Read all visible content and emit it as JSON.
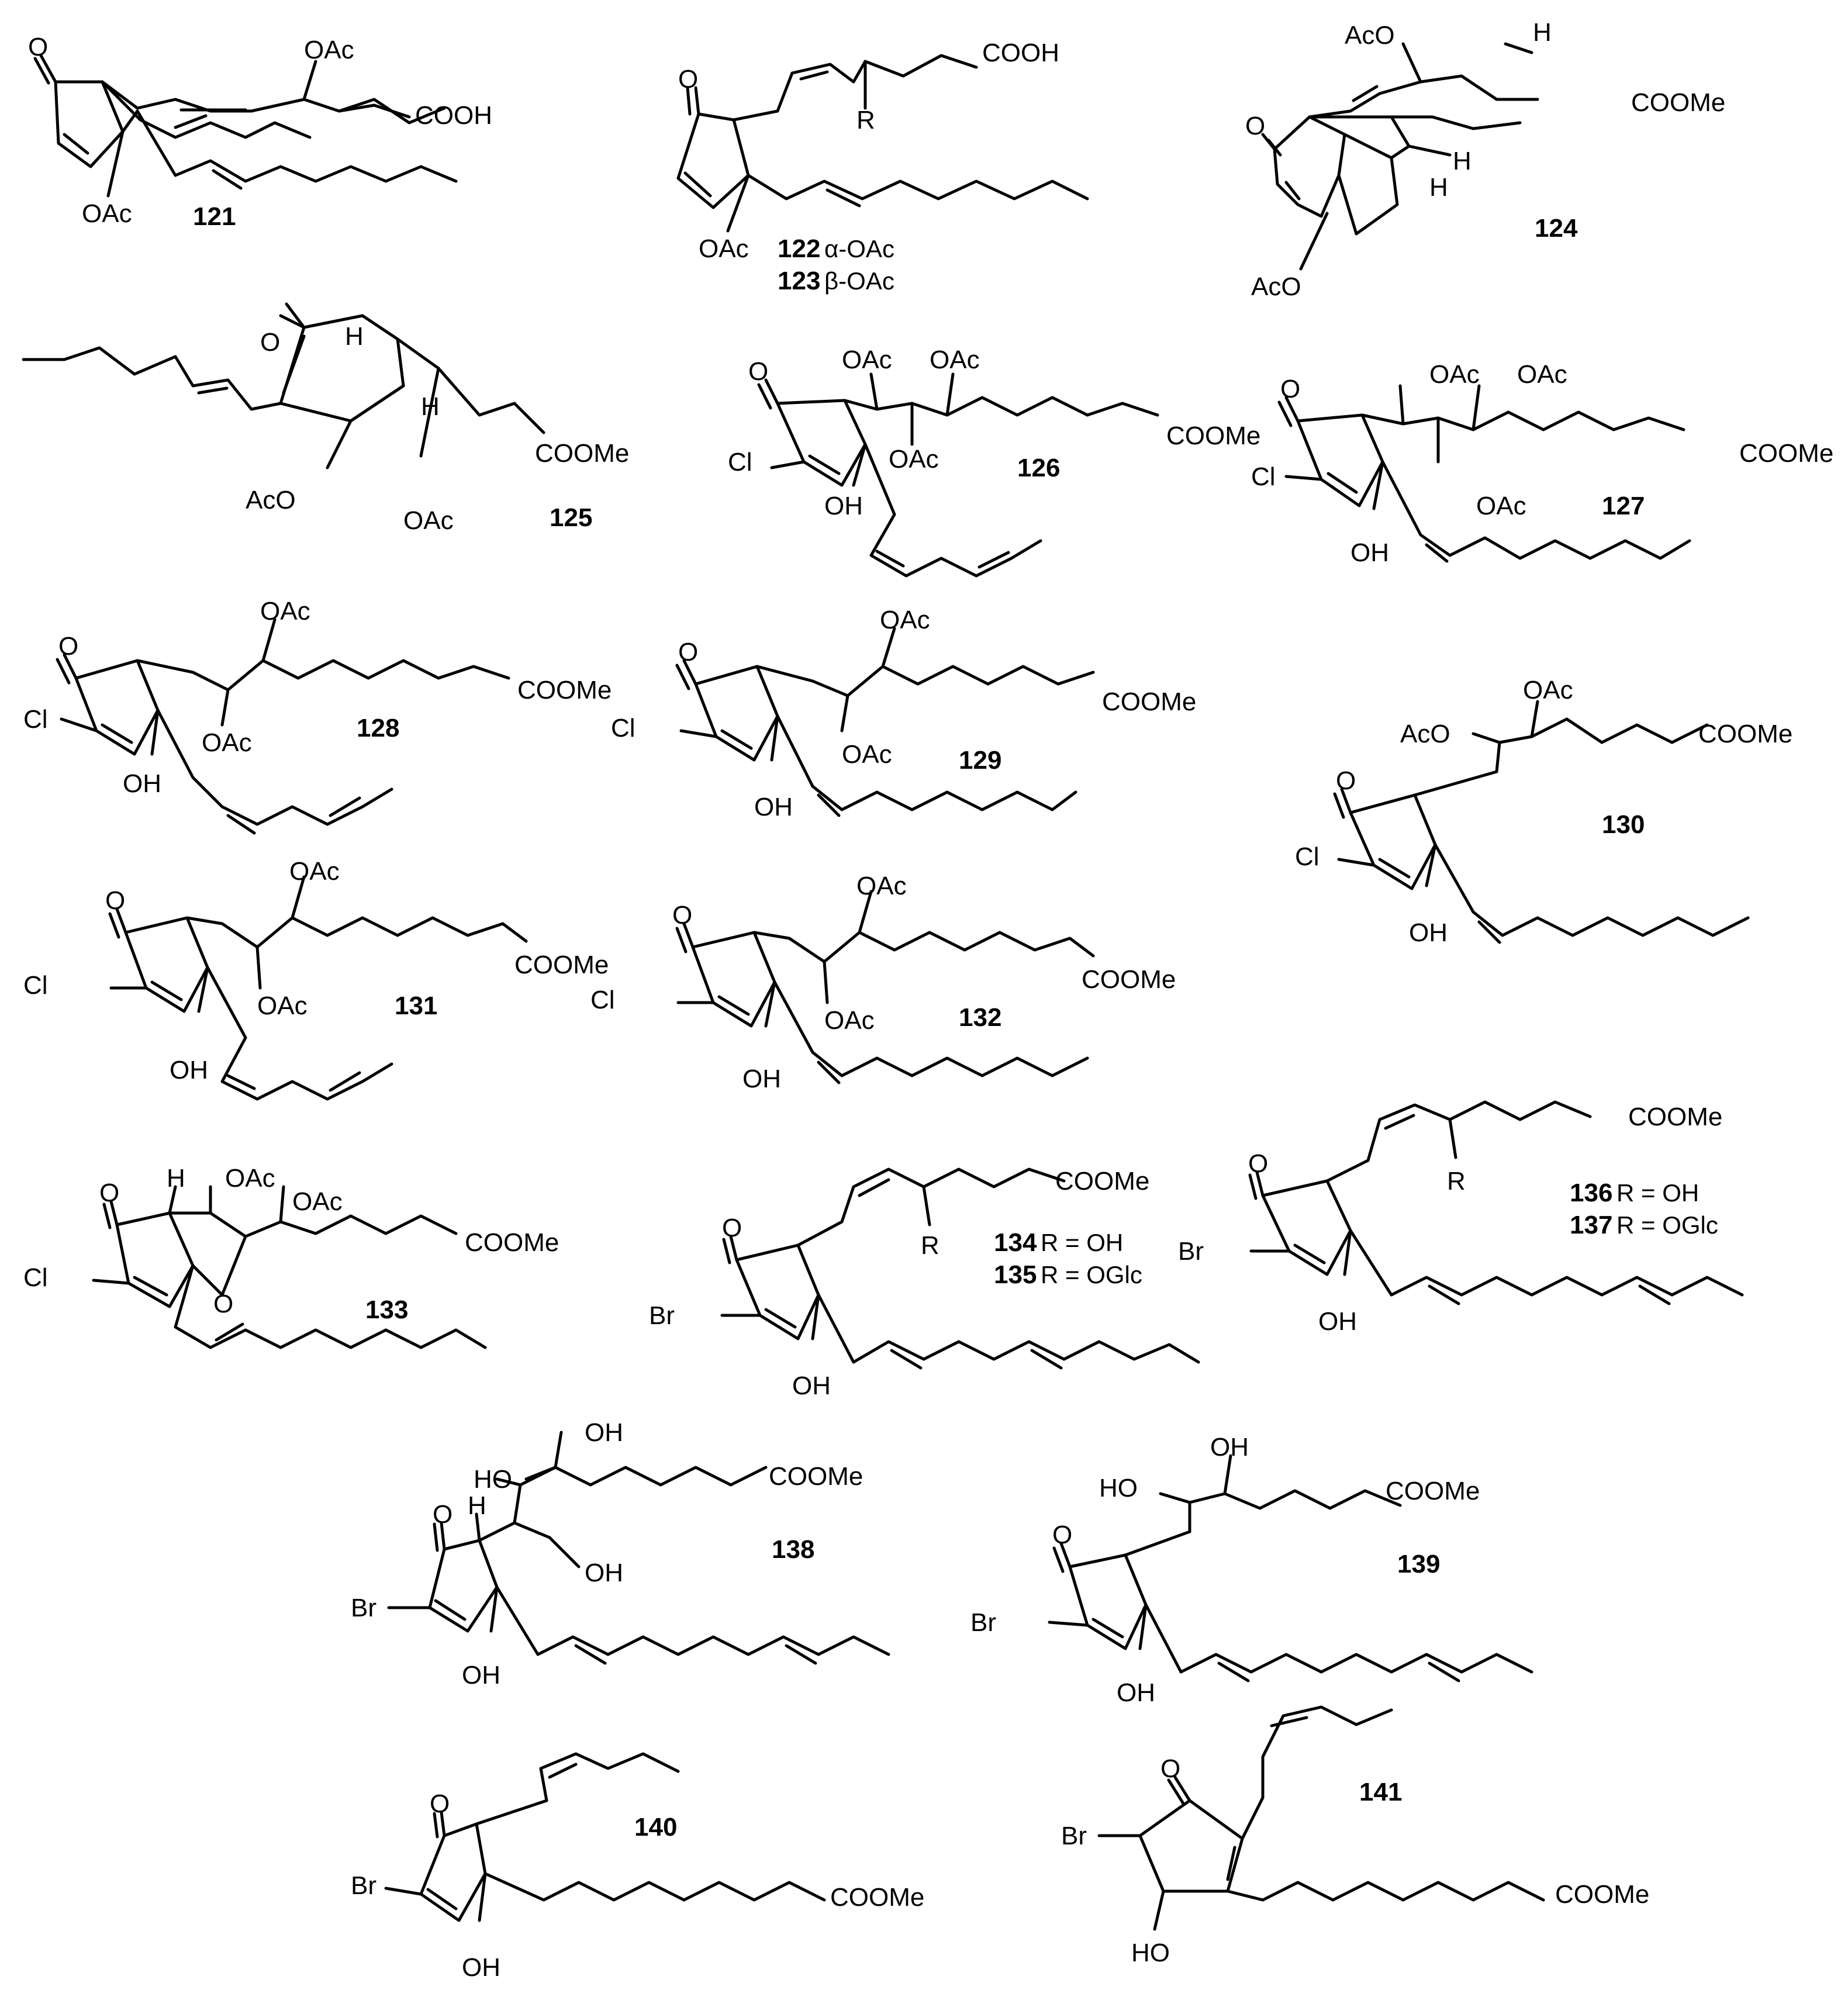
{
  "labels": {
    "O": "O",
    "OAc": "OAc",
    "AcO": "AcO",
    "COOH": "COOH",
    "COOMe": "COOMe",
    "OH": "OH",
    "HO": "HO",
    "H": "H",
    "Cl": "Cl",
    "Br": "Br",
    "R": "R"
  },
  "compounds": {
    "c121": "121",
    "c122": "122",
    "c122_sub": "α-OAc",
    "c123": "123",
    "c123_sub": "β-OAc",
    "c124": "124",
    "c125": "125",
    "c126": "126",
    "c127": "127",
    "c128": "128",
    "c129": "129",
    "c130": "130",
    "c131": "131",
    "c132": "132",
    "c133": "133",
    "c134": "134",
    "c134_sub": "R = OH",
    "c135": "135",
    "c135_sub": "R = OGlc",
    "c136": "136",
    "c136_sub": "R = OH",
    "c137": "137",
    "c137_sub": "R = OGlc",
    "c138": "138",
    "c139": "139",
    "c140": "140",
    "c141": "141"
  }
}
